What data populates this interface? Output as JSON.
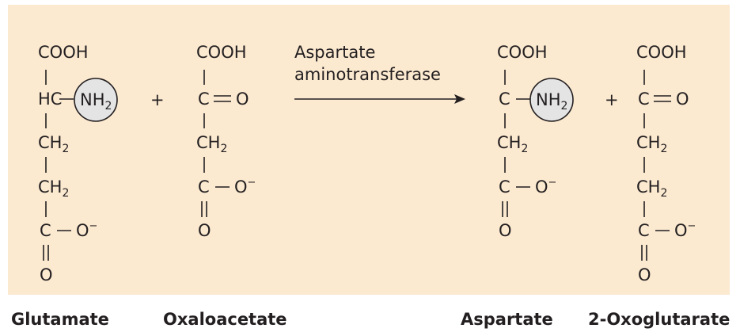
{
  "reaction": {
    "enzyme_line1": "Aspartate",
    "enzyme_line2": "aminotransferase",
    "plus": "+",
    "panel_color": "#fbe9d0",
    "amino_circle_color": "#e4e4e4"
  },
  "text": {
    "cooh": "COOH",
    "hc": "HC",
    "c": "C",
    "ch": "CH",
    "sub2": "2",
    "o": "O",
    "nh": "NH",
    "minus": "−"
  },
  "compounds": {
    "glutamate": "Glutamate",
    "oxaloacetate": "Oxaloacetate",
    "aspartate": "Aspartate",
    "oxoglutarate": "2-Oxoglutarate"
  }
}
